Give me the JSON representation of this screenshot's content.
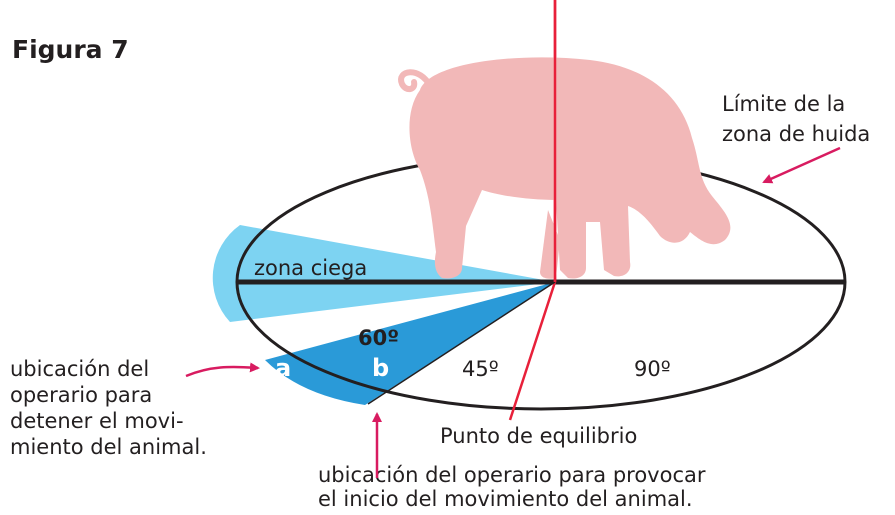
{
  "figure_title": "Figura 7",
  "labels": {
    "flight_zone_limit": [
      "Límite de la",
      "zona de huida"
    ],
    "blind_zone": "zona ciega",
    "angle_60": "60º",
    "angle_45": "45º",
    "angle_90": "90º",
    "pos_a": "a",
    "pos_b": "b",
    "balance_point": "Punto de equilibrio",
    "stop_position": [
      "ubicación del",
      "operario para",
      "detener el movi-",
      "miento del animal."
    ],
    "start_position": [
      "ubicación del operario para provocar",
      "el inicio del movimiento del animal."
    ]
  },
  "colors": {
    "blind_zone": "#7dd3f2",
    "operator_zone": "#2a9ad8",
    "pig": "#f2b8b8",
    "balance_line": "#e8203a",
    "arrow": "#d81b60",
    "ellipse": "#231f20",
    "text": "#231f20"
  }
}
